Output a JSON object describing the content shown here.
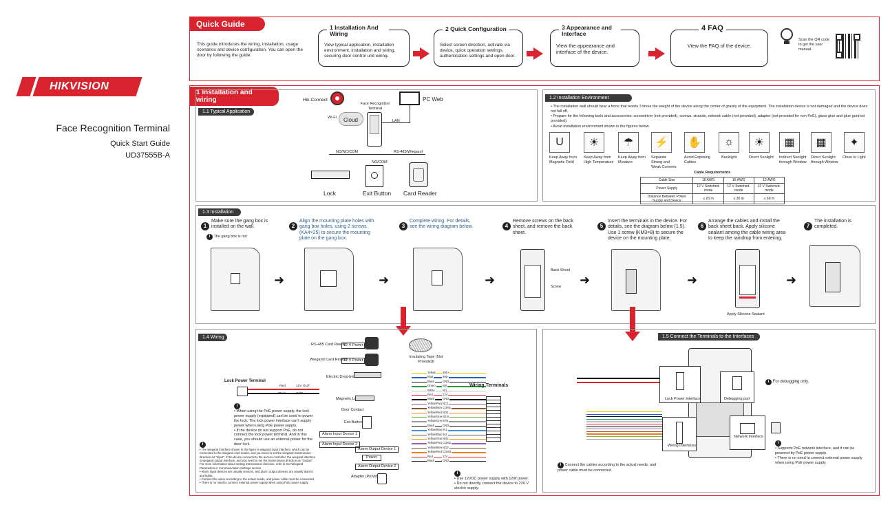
{
  "brand": {
    "logo_text": "HIKVISION",
    "product": "Face Recognition Terminal",
    "doc_type": "Quick Start Guide",
    "doc_code": "UD37555B-A",
    "accent": "#d9232e"
  },
  "quick_guide": {
    "title": "Quick Guide",
    "intro": "This guide introduces the wiring, installation, usage scenarios and device configuration. You can open the door by following the guide.",
    "steps": [
      {
        "title": "1 Installation And Wiring",
        "body": "View typical application, installation environment, installation and wiring, securing door control unit wiring."
      },
      {
        "title": "2 Quick Configuration",
        "body": "Select screen direction, activate via device, quick operation settings, authentication settings and open door."
      },
      {
        "title": "3 Appearance and Interface",
        "body": "View the appearance and interface of the device."
      },
      {
        "title": "4 FAQ",
        "body": "View the FAQ of the device."
      }
    ],
    "qr_text": "Scan the QR code to get the user manual."
  },
  "section1": {
    "title": "1 Installation and wiring",
    "typical": {
      "tag": "1.1 Typical Application",
      "hik_connect": "Hik-Connect",
      "wifi": "Wi-Fi",
      "cloud": "Cloud",
      "terminal": "Face Recognition Terminal",
      "pc_web": "PC Web",
      "lan": "LAN",
      "no_nc_com": "NO/NC/COM",
      "rs485": "RS-485/Wiegand",
      "no_com": "NO/COM",
      "lock": "Lock",
      "exit_button": "Exit Button",
      "card_reader": "Card Reader"
    },
    "environment": {
      "tag": "1.2 Installation Environment",
      "bullets": [
        "The installation wall should bear a force that exerts 3 times the weight of the device along the center of gravity of the equipment. The installation device is not damaged and the device does not fall off.",
        "Prepare for the following tools and accessories: screwdriver (not provided), screws, strands, network cable (not provided), adapter (not provided for non PoE), glass glue and glue gun(not provided).",
        "Avoid installation environment shown in the figures below."
      ],
      "icons": [
        {
          "label": "Keep Away from Magnetic Field",
          "icon": "magnet-icon",
          "glyph": "U"
        },
        {
          "label": "Keep Away from High Temperature",
          "icon": "thermometer-icon",
          "glyph": "☀"
        },
        {
          "label": "Keep Away from Moisture",
          "icon": "umbrella-icon",
          "glyph": "☂"
        },
        {
          "label": "Separate Strong and Weak Currents",
          "icon": "currents-icon",
          "glyph": "⚡"
        },
        {
          "label": "Avoid Exposing Cables",
          "icon": "cable-icon",
          "glyph": "✋"
        },
        {
          "label": "Backlight",
          "icon": "backlight-icon",
          "glyph": "☼"
        },
        {
          "label": "Direct Sunlight",
          "icon": "sunlight-icon",
          "glyph": "☀"
        },
        {
          "label": "Indirect Sunlight through Window",
          "icon": "window-icon",
          "glyph": "▦"
        },
        {
          "label": "Direct Sunlight through Window",
          "icon": "window-sun-icon",
          "glyph": "▦"
        },
        {
          "label": "Close to Light",
          "icon": "lamp-icon",
          "glyph": "✦"
        }
      ],
      "cable_table": {
        "title": "Cable Requirements",
        "header": [
          "Cable Size",
          "18 AWG",
          "16 AWG",
          "12 AWG"
        ],
        "row1": [
          "Power Supply",
          "12 V Switched-mode",
          "12 V Switched-mode",
          "12 V Switched-mode"
        ],
        "row2": [
          "Distance Between Power Supply and Device",
          "≤ 20 m",
          "≤ 30 m",
          "≤ 60 m"
        ]
      }
    },
    "installation": {
      "tag": "1.3 Installation",
      "steps": [
        {
          "num": "1",
          "text": "Make sure the gang box is installed on the wall.",
          "note": "The gang box is not"
        },
        {
          "num": "2",
          "text": "Align the mounting plate holes with gang box holes, using 2 screws (KA4×25) to secure the mounting plate on the gang box."
        },
        {
          "num": "3",
          "text": "Complete wiring. For details, see the wiring diagram below."
        },
        {
          "num": "4",
          "text": "Remove screws on the back sheet, and remove the back sheet."
        },
        {
          "num": "5",
          "text": "Insert the terminals in the device. For details, see the diagram below (1.5). Use 1 screw (KM3×8) to secure the device on the mounting plate."
        },
        {
          "num": "6",
          "text": "Arrange the cables and install the back sheet back. Apply silicone sealant among the cable wiring area to keep the raindrop from entering."
        },
        {
          "num": "7",
          "text": "The installation is completed."
        }
      ],
      "back_sheet": "Back Sheet",
      "screw": "Screw",
      "sealant": "Apply Silicone Sealant"
    },
    "wiring": {
      "tag": "1.4 Wiring",
      "rs485_reader": "RS-485 Card Reader",
      "wiegand_reader": "Wiegand Card Reader",
      "power12": "12 V Power",
      "insulating_tape": "Insulating Tape (Not Provided)",
      "lock_power_terminal": "Lock Power Terminal",
      "red": "Red",
      "black": "Black",
      "v12out": "12V OUT",
      "gnd": "GND",
      "electric_drop_lock": "Electric Drop-bolt",
      "magnetic_lock": "Magnetic Lock",
      "door_contact": "Door Contact",
      "exit_button": "Exit Button",
      "alarm_in1": "Alarm Input Device 1",
      "alarm_in2": "Alarm Input Device 2",
      "alarm_out1": "Alarm Output Device 1",
      "alarm_out2": "Alarm Output Device 2",
      "alarm_power": "Power",
      "adapter": "Adapter (Provided)",
      "wiring_terminals": "Wiring Terminals",
      "wire_list": [
        {
          "color": "Yellow",
          "name": "485+",
          "hex": "#e8c400"
        },
        {
          "color": "Blue",
          "name": "485-",
          "hex": "#2a62c9"
        },
        {
          "color": "Black",
          "name": "GND",
          "hex": "#111111"
        },
        {
          "color": "Green",
          "name": "W0",
          "hex": "#2a9a3a"
        },
        {
          "color": "White",
          "name": "W1",
          "hex": "#bdbdbd"
        },
        {
          "color": "Red",
          "name": "12V",
          "hex": "#d9232e"
        },
        {
          "color": "Black",
          "name": "GND",
          "hex": "#111111"
        },
        {
          "color": "Yellow/Purple",
          "name": "NC1",
          "hex": "#9b59b6"
        },
        {
          "color": "Yellow/Brown",
          "name": "COM1",
          "hex": "#8b5a2b"
        },
        {
          "color": "Yellow/Red",
          "name": "NO1",
          "hex": "#e67e22"
        },
        {
          "color": "Yellow/Green",
          "name": "SEN",
          "hex": "#7cb342"
        },
        {
          "color": "Yellow/Grey",
          "name": "BTN",
          "hex": "#999999"
        },
        {
          "color": "Black",
          "name": "GND",
          "hex": "#111111"
        },
        {
          "color": "Yellow/Blue",
          "name": "IN1",
          "hex": "#4a90d9"
        },
        {
          "color": "Yellow/Black",
          "name": "IN2",
          "hex": "#555555"
        },
        {
          "color": "Yellow/Orange",
          "name": "NO2",
          "hex": "#f39c12"
        },
        {
          "color": "Yellow/Purple",
          "name": "COM2",
          "hex": "#9b59b6"
        },
        {
          "color": "Yellow/Brown",
          "name": "NO3",
          "hex": "#8b5a2b"
        },
        {
          "color": "Yellow/Red",
          "name": "COM3",
          "hex": "#e67e22"
        },
        {
          "color": "Red",
          "name": "12V",
          "hex": "#d9232e"
        },
        {
          "color": "Black",
          "name": "GND",
          "hex": "#111111"
        }
      ],
      "note_poe": [
        "When using the PoE power supply, the lock power supply (equipped) can be used to power the lock. The lock power interface can't supply power when using PoE power supply.",
        "If the device do not support PoE, do not connect the lock power terminal. And in this case, you should use an external power for the door lock."
      ],
      "note_wiegand": [
        "The wiegand interface shown in the figure is wiegand input interface, which can be connected to the wiegand card reader, and you need to set the wiegand transmission direction as \"Input\". If the device connects to the access controller, the wiegand interface is wiegand output interface, and you need to set the transmission direction as \"Output\". For more information about setting transmission direction, refer to Set Wiegand Parameters in Communication Settings section.",
        "Alarm input devices are usually sensors, and alarm output devices are usually alarms and lights.",
        "Connect the wires according to the actual needs, and power cable must be connected.",
        "There is no need to connect external power supply when using PoE power supply."
      ],
      "note_power": [
        "Use 12VDC power supply with 12W power.",
        "Do not directly connect the device to 220 V electric supply."
      ]
    },
    "connect": {
      "tag": "1.5 Connect the Terminals to the Interfaces",
      "lock_power_interface": "Lock Power Interface",
      "debugging_port": "Debugging port",
      "wiring_interfaces": "Wiring Interfaces",
      "network_interface": "Network Interface",
      "debug_note": "For debugging only.",
      "connect_note": "Connect the cables according to the actual needs, and power cable must be connected.",
      "poe_note": [
        "Supports PoE network interface, and it can be powered by PoE power supply.",
        "There is no need to connect external power supply when using PoE power supply."
      ]
    }
  }
}
